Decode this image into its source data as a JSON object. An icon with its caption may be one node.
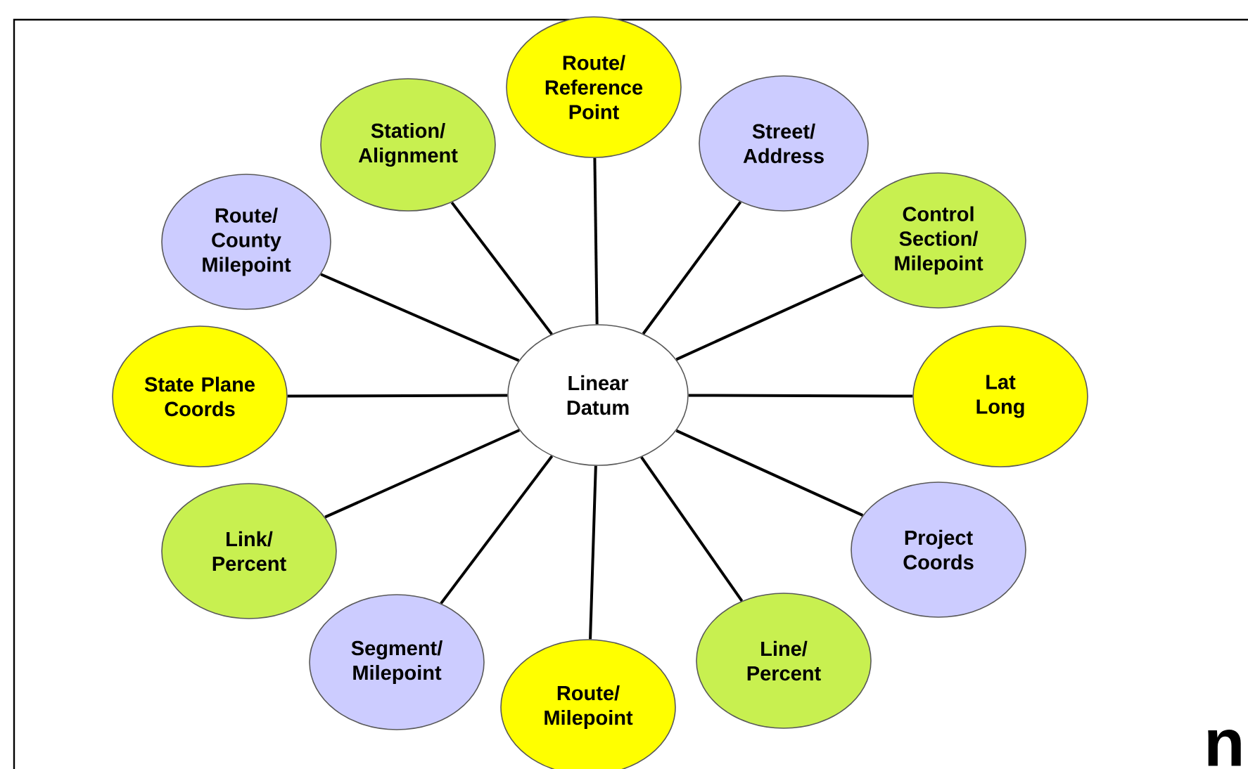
{
  "diagram": {
    "nodes": [
      {
        "text": [
          "Linear Datum"
        ]
      },
      {
        "text": [
          "Route/ Reference Point"
        ]
      },
      {
        "text": [
          "Station/ Alignment"
        ]
      },
      {
        "text": [
          "Street/ Address"
        ]
      },
      {
        "text": [
          "Route/ County Milepoint"
        ]
      },
      {
        "text": [
          "Control Section/ Milepoint"
        ]
      },
      {
        "text": [
          "State Plane Coords"
        ]
      },
      {
        "text": [
          "Lat Long"
        ]
      },
      {
        "text": [
          "Link/ Percent"
        ]
      },
      {
        "text": [
          "Project Coords"
        ]
      },
      {
        "text": [
          "Segment/ Milepoint"
        ]
      },
      {
        "text": [
          "Line/ Percent"
        ]
      },
      {
        "text": [
          "Route/ Milepoint"
        ]
      }
    ],
    "edges": [
      {
        "from": 0,
        "to": 1,
        "arrow": "none"
      },
      {
        "from": 0,
        "to": 2,
        "arrow": "none"
      },
      {
        "from": 0,
        "to": 3,
        "arrow": "none"
      },
      {
        "from": 0,
        "to": 4,
        "arrow": "none"
      },
      {
        "from": 0,
        "to": 5,
        "arrow": "none"
      },
      {
        "from": 0,
        "to": 6,
        "arrow": "none"
      },
      {
        "from": 0,
        "to": 7,
        "arrow": "none"
      },
      {
        "from": 0,
        "to": 8,
        "arrow": "none"
      },
      {
        "from": 0,
        "to": 9,
        "arrow": "none"
      },
      {
        "from": 0,
        "to": 10,
        "arrow": "none"
      },
      {
        "from": 0,
        "to": 11,
        "arrow": "none"
      },
      {
        "from": 0,
        "to": 12,
        "arrow": "none"
      }
    ],
    "labels": [
      "n"
    ]
  }
}
